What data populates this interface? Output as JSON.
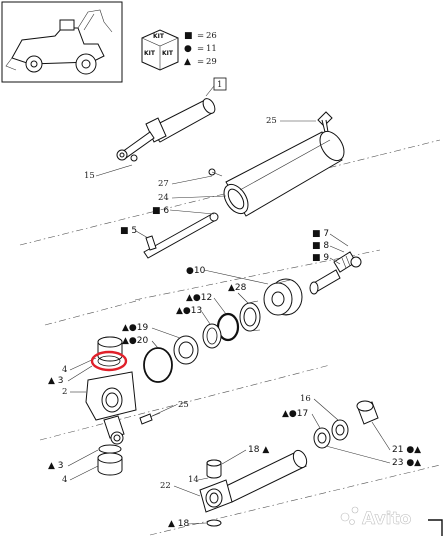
{
  "kit_legend": {
    "kit_label": "KIT",
    "entries": [
      {
        "symbol": "■",
        "value": "26"
      },
      {
        "symbol": "●",
        "value": "11"
      },
      {
        "symbol": "▲",
        "value": "29"
      }
    ]
  },
  "callouts": {
    "c1": "1",
    "c25a": "25",
    "c15": "15",
    "c27": "27",
    "c24": "24",
    "c6": "■ 6",
    "c5": "■ 5",
    "c7": "■ 7",
    "c8": "■ 8",
    "c9": "■ 9",
    "c10": "●10",
    "c12": "▲●12",
    "c28": "▲28",
    "c13": "▲●13",
    "c19": "▲●19",
    "c20": "▲●20",
    "c4a": "4",
    "c3a": "▲ 3",
    "c2": "2",
    "c25b": "25",
    "c3b": "▲ 3",
    "c4b": "4",
    "c16": "16",
    "c17": "▲●17",
    "c18a": "18 ▲",
    "c14": "14",
    "c22": "22",
    "c18b": "▲ 18",
    "c21": "21 ●▲",
    "c23": "23 ●▲"
  },
  "watermark": "Avito",
  "colors": {
    "highlight_ring": "#e0202a",
    "line": "#111111"
  }
}
